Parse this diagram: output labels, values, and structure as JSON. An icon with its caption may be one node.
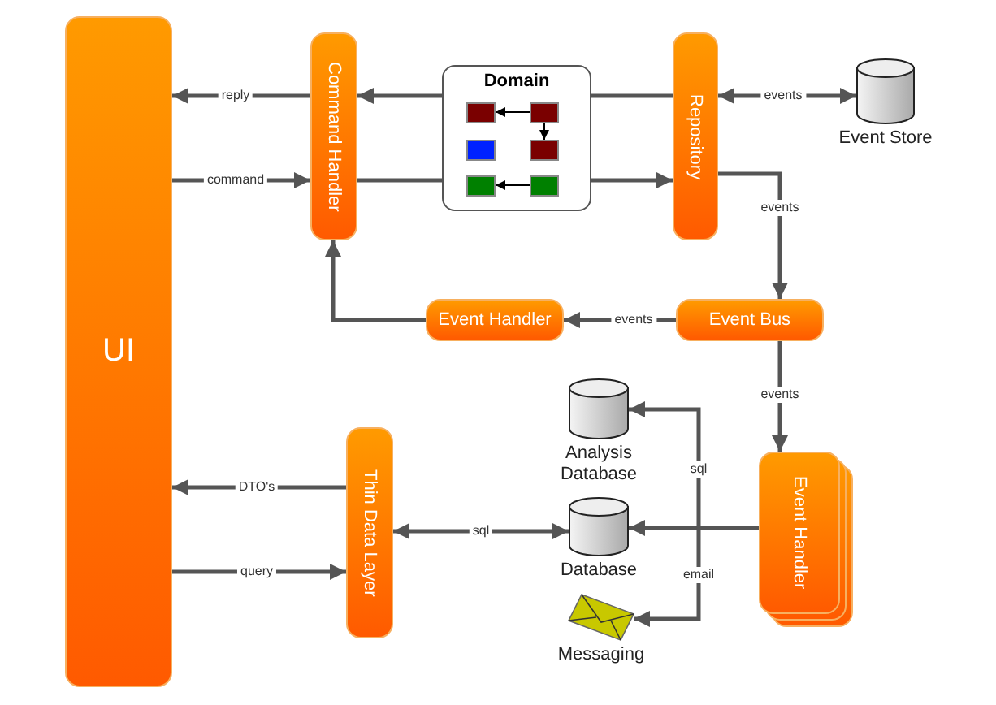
{
  "diagram": {
    "nodes": [
      {
        "text": [
          "UI"
        ]
      },
      {
        "text": [
          "Command Handler"
        ]
      },
      {
        "text": [
          "Domain"
        ]
      },
      {
        "text": [],
        "shape": "box",
        "in": 2
      },
      {
        "text": [],
        "shape": "box",
        "in": 2
      },
      {
        "text": [],
        "shape": "box",
        "in": 2
      },
      {
        "text": [],
        "shape": "box",
        "in": 2
      },
      {
        "text": [],
        "shape": "box",
        "in": 2
      },
      {
        "text": [],
        "shape": "box",
        "in": 2
      },
      {
        "text": [
          "Repository"
        ]
      },
      {
        "text": [
          "Event Store"
        ]
      },
      {
        "text": [
          "Event Bus"
        ]
      },
      {
        "text": [
          "Event Handler"
        ]
      },
      {
        "text": [
          "Event Handler"
        ]
      },
      {
        "text": [
          "Thin Data Layer"
        ]
      },
      {
        "text": [
          "Analysis Database"
        ]
      },
      {
        "text": [
          "Database"
        ]
      },
      {
        "text": [
          "Messaging"
        ]
      }
    ],
    "edges": [
      {
        "from": 1,
        "to": 0,
        "arrow": "to",
        "label": "reply"
      },
      {
        "from": 0,
        "to": 1,
        "arrow": "to",
        "label": "command"
      },
      {
        "from": 2,
        "to": 1,
        "arrow": "to"
      },
      {
        "from": 9,
        "to": 2,
        "arrow": "none"
      },
      {
        "from": 1,
        "to": 2,
        "arrow": "none"
      },
      {
        "from": 2,
        "to": 9,
        "arrow": "to"
      },
      {
        "from": 4,
        "to": 3,
        "arrow": "to",
        "color": "#000000"
      },
      {
        "from": 4,
        "to": 6,
        "arrow": "to",
        "color": "#000000"
      },
      {
        "from": 8,
        "to": 7,
        "arrow": "to",
        "color": "#000000"
      },
      {
        "from": 9,
        "to": 10,
        "arrow": "both",
        "label": "events"
      },
      {
        "from": 9,
        "to": 11,
        "arrow": "to",
        "label": "events"
      },
      {
        "from": 11,
        "to": 12,
        "arrow": "to",
        "label": "events"
      },
      {
        "from": 12,
        "to": 1,
        "arrow": "to"
      },
      {
        "from": 11,
        "to": 13,
        "arrow": "to",
        "label": "events"
      },
      {
        "from": 13,
        "to": 15,
        "arrow": "to",
        "label": "sql"
      },
      {
        "from": 13,
        "to": 16,
        "arrow": "to"
      },
      {
        "from": 13,
        "to": 17,
        "arrow": "to",
        "label": "email"
      },
      {
        "from": 14,
        "to": 0,
        "arrow": "to",
        "label": "DTO's"
      },
      {
        "from": 0,
        "to": 14,
        "arrow": "to",
        "label": "query"
      },
      {
        "from": 14,
        "to": 16,
        "arrow": "both",
        "label": "sql"
      }
    ]
  }
}
